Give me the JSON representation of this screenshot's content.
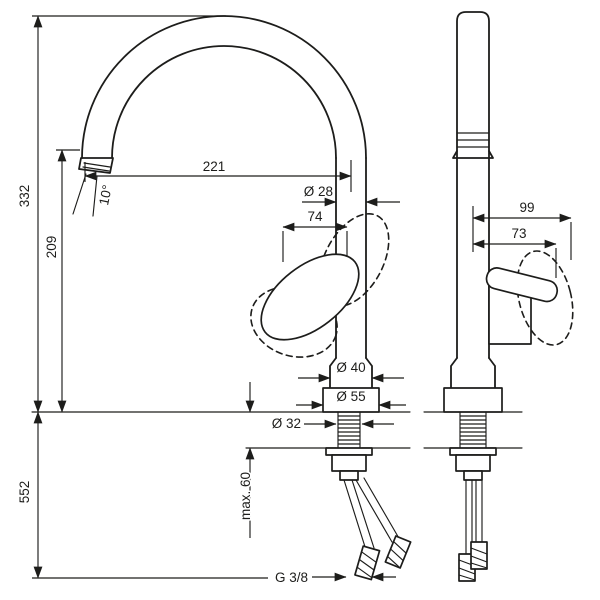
{
  "drawing": {
    "background_color": "#ffffff",
    "line_color": "#1d1d1b",
    "views": [
      "front elevation",
      "side elevation"
    ]
  },
  "dims": {
    "height_overall": "332",
    "height_spout_outlet": "209",
    "length_below_deck": "552",
    "spout_reach": "221",
    "spout_angle": "10°",
    "spout_pipe_diameter": "Ø 28",
    "handle_width": "74",
    "body_diameter": "Ø 40",
    "base_diameter": "Ø 55",
    "mounting_hole_diameter": "Ø 32",
    "max_deck_thickness": "max. 60",
    "hose_thread": "G 3/8",
    "handle_projection_open": "99",
    "handle_projection_closed": "73"
  }
}
